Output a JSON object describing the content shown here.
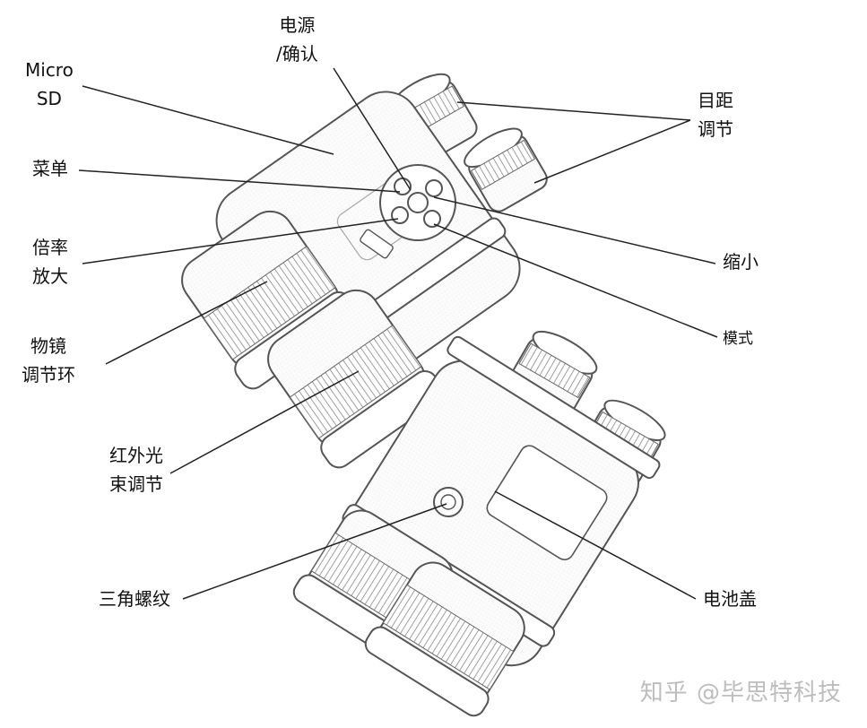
{
  "labels": {
    "micro_sd": [
      "Micro",
      "SD"
    ],
    "power": [
      "电源",
      "/确认"
    ],
    "ipd": [
      "目距",
      "调节"
    ],
    "menu": [
      "菜单"
    ],
    "zoom_in": [
      "倍率",
      "放大"
    ],
    "zoom_out": [
      "缩小"
    ],
    "mode": [
      "模式"
    ],
    "objective": [
      "物镜",
      "调节环"
    ],
    "ir": [
      "红外光",
      "束调节"
    ],
    "tripod": [
      "三角螺纹"
    ],
    "battery": [
      "电池盖"
    ]
  },
  "watermark": "知乎 @毕思特科技"
}
